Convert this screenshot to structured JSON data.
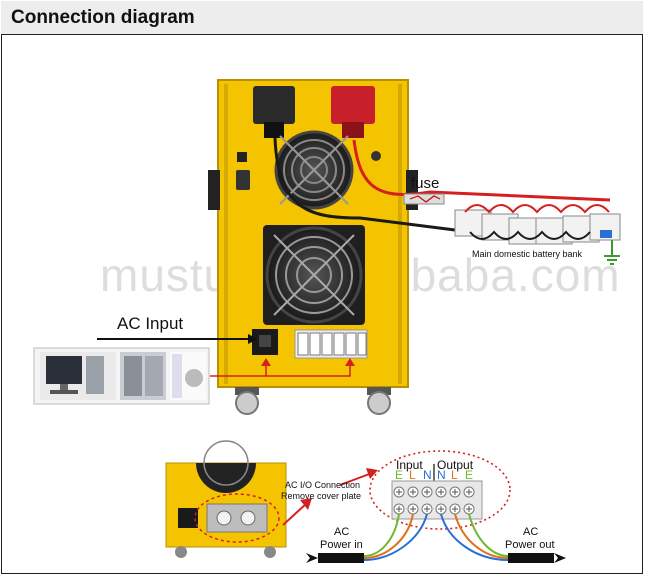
{
  "header": {
    "title": "Connection diagram"
  },
  "watermark": "mustups.en.alibaba.com",
  "labels": {
    "fuse": "fuse",
    "battery_bank": "Main domestic battery bank",
    "ac_input": "AC Input",
    "io_connection_line1": "AC  I/O Connection",
    "io_connection_line2": "Remove cover plate",
    "input": "Input",
    "output": "Output",
    "terminal_letters": [
      "E",
      "L",
      "N",
      "N",
      "L",
      "E"
    ],
    "ac_power_in_1": "AC",
    "ac_power_in_2": "Power in",
    "ac_power_out_1": "AC",
    "ac_power_out_2": "Power out"
  },
  "colors": {
    "inverter_body": "#f5c400",
    "red_terminal": "#c8202a",
    "wire_red": "#d42020",
    "wire_black": "#1a1a1a",
    "terminal_e": "#6fb92c",
    "terminal_l": "#e0701a",
    "terminal_n": "#2a6fd6",
    "callout_dash": "#d42020"
  },
  "icons": [
    "fan-grille-icon",
    "battery-icon",
    "ground-icon",
    "computer-icon",
    "server-cabinet-icon",
    "air-conditioner-icon",
    "caster-wheel-icon"
  ]
}
